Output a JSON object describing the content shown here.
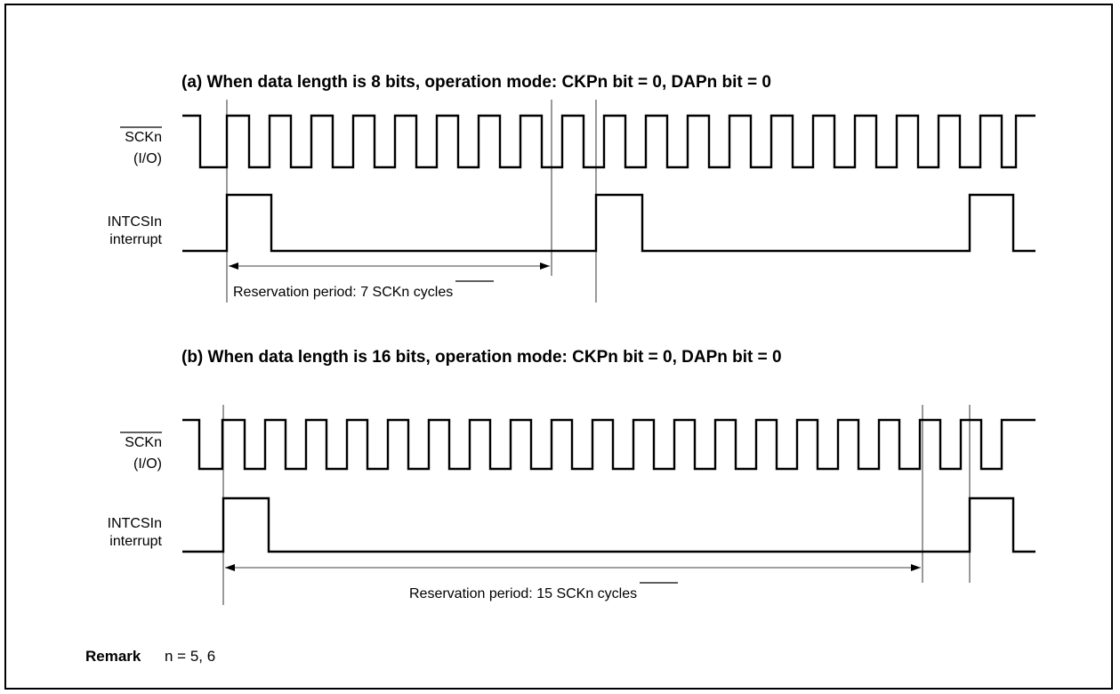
{
  "panel_a": {
    "title": "(a)  When data length is 8 bits, operation mode: CKPn bit = 0, DAPn bit = 0",
    "clock_label": "SCKn",
    "clock_sublabel": "(I/O)",
    "interrupt_label_1": "INTCSIn",
    "interrupt_label_2": "interrupt",
    "period_prefix": "Reservation period: 7 ",
    "period_signal": "SCKn",
    "period_suffix": " cycles"
  },
  "panel_b": {
    "title": "(b)  When data length is 16 bits, operation mode: CKPn bit = 0, DAPn bit = 0",
    "clock_label": "SCKn",
    "clock_sublabel": "(I/O)",
    "interrupt_label_1": "INTCSIn",
    "interrupt_label_2": "interrupt",
    "period_prefix": "Reservation period: 15 ",
    "period_signal": "SCKn",
    "period_suffix": " cycles"
  },
  "remark": {
    "key": "Remark",
    "value": "n = 5, 6"
  },
  "colors": {
    "line": "#000000",
    "background": "#ffffff"
  }
}
